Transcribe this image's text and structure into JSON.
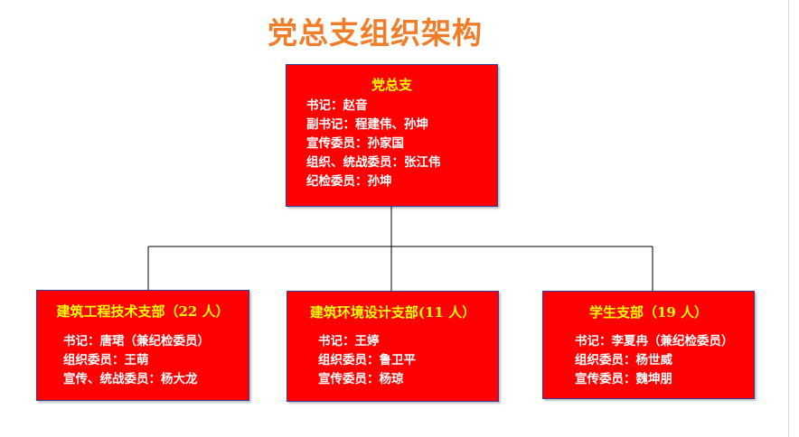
{
  "title": "党总支组织架构",
  "root": {
    "name": "党总支",
    "lines": [
      "书记：赵音",
      "副书记：程建伟、孙坤",
      "宣传委员：孙家国",
      "组织、统战委员：张江伟",
      "纪检委员：孙坤"
    ]
  },
  "branches": [
    {
      "name": "建筑工程技术支部（22 人）",
      "lines": [
        "书记：唐珺（兼纪检委员）",
        "组织委员：王萌",
        "宣传、统战委员：杨大龙"
      ]
    },
    {
      "name": "建筑环境设计支部(11 人）",
      "lines": [
        "书记：王婷",
        "组织委员：鲁卫平",
        "宣传委员：杨琼"
      ]
    },
    {
      "name": "学生支部（19 人）",
      "lines": [
        "书记：李夏冉（兼纪检委员）",
        "组织委员：杨世威",
        "宣传委员：魏坤朋"
      ]
    }
  ]
}
